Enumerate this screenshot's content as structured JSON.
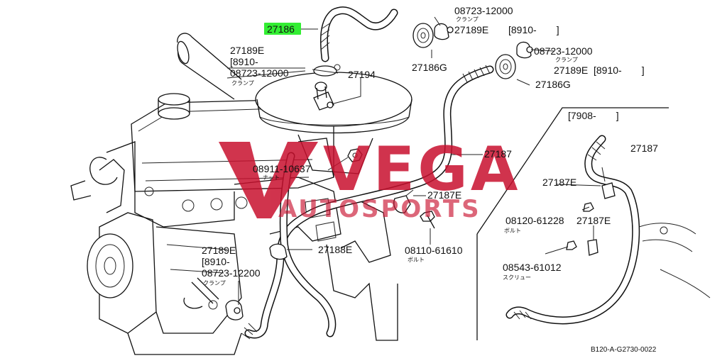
{
  "watermark": {
    "main": "VEGA",
    "sub": "AUTOSPORTS",
    "color": "#c8102e"
  },
  "highlight_color": "#33ee33",
  "labels": {
    "p27186": "27186",
    "c1_code": "08723-12000",
    "c1_kana": "クランプ",
    "c1_ref": "27189E",
    "c1_range": "[8910-　　]",
    "g1": "27186G",
    "c2_code": "08723-12000",
    "c2_kana": "クランプ",
    "c2_ref": "27189E",
    "c2_range": "[8910-　　]",
    "g2": "27186G",
    "l_ref": "27189E",
    "l_range": "[8910-",
    "l_code": "08723-12000",
    "l_kana": "クランプ",
    "p27194": "27194",
    "p27187": "27187",
    "nut_code": "08911-10637",
    "nut_kana": "ナット",
    "p27187E": "27187E",
    "bolt_code": "08110-61610",
    "bolt_kana": "ボルト",
    "p27188E": "27188E",
    "b_ref": "27189E",
    "b_range": "[8910-",
    "b_code": "08723-12200",
    "b_kana": "クランプ",
    "inset_range": "[7908-　　]",
    "inset_27187": "27187",
    "inset_27187E_a": "27187E",
    "inset_bolt_code": "08120-61228",
    "inset_bolt_kana": "ボルト",
    "inset_27187E_b": "27187E",
    "screw_code": "08543-61012",
    "screw_kana": "スクリュー",
    "ref_code": "B120-A-G2730-0022"
  },
  "icons": {
    "engine": "engine-block-drawing",
    "air_cleaner": "air-cleaner-drawing",
    "grommet": "grommet-icon",
    "clamp": "hose-clamp-icon",
    "nut": "nut-icon",
    "bolt": "bolt-icon",
    "screw": "screw-icon",
    "bracket": "bracket-clip-icon"
  }
}
